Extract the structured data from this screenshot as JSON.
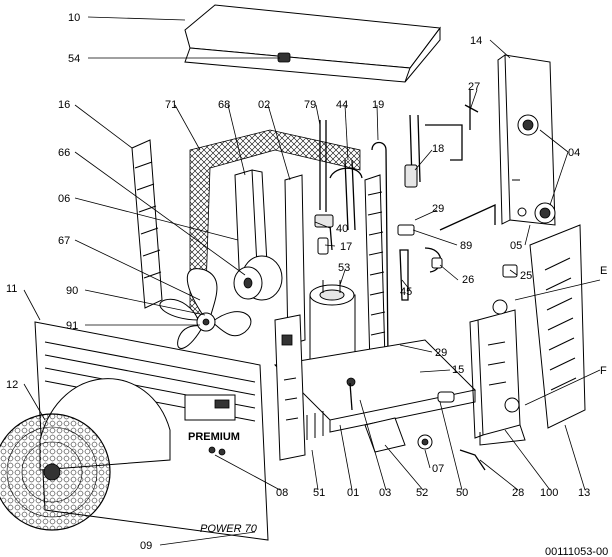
{
  "diagram_title": "",
  "part_numbers": {
    "p10": "10",
    "p54": "54",
    "p14": "14",
    "p27": "27",
    "p16": "16",
    "p71": "71",
    "p68": "68",
    "p02": "02",
    "p79": "79",
    "p44": "44",
    "p19": "19",
    "p66": "66",
    "p18": "18",
    "p04": "04",
    "p06": "06",
    "p29a": "29",
    "p40": "40",
    "p67": "67",
    "p17": "17",
    "p89": "89",
    "p05": "05",
    "p53": "53",
    "p25": "25",
    "p26": "26",
    "p45": "45",
    "pE": "E",
    "p11": "11",
    "p90": "90",
    "p91": "91",
    "p29b": "29",
    "p15": "15",
    "pF": "F",
    "p12": "12",
    "p08": "08",
    "p51": "51",
    "p01": "01",
    "p03": "03",
    "p52": "52",
    "p07": "07",
    "p50": "50",
    "p28": "28",
    "p100": "100",
    "p13": "13",
    "p09": "09"
  },
  "panel_text": {
    "badge": "PREMIUM",
    "brand": "POWER 70"
  },
  "drawing_code": "00111053-00"
}
